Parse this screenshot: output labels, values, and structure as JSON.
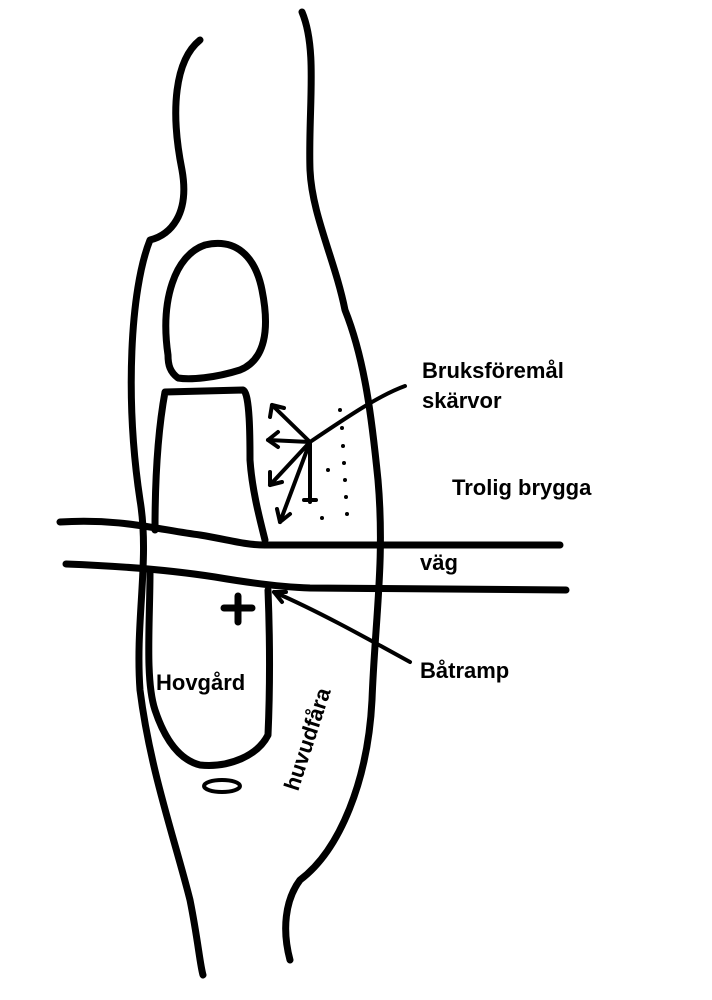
{
  "labels": {
    "artifacts_line1": "Bruksföremål",
    "artifacts_line2": "skärvor",
    "jetty": "Trolig brygga",
    "road": "väg",
    "boat_ramp": "Båtramp",
    "estate": "Hovgård",
    "main_channel": "huvudfåra"
  },
  "colors": {
    "ink": "#000000",
    "background": "#ffffff"
  }
}
